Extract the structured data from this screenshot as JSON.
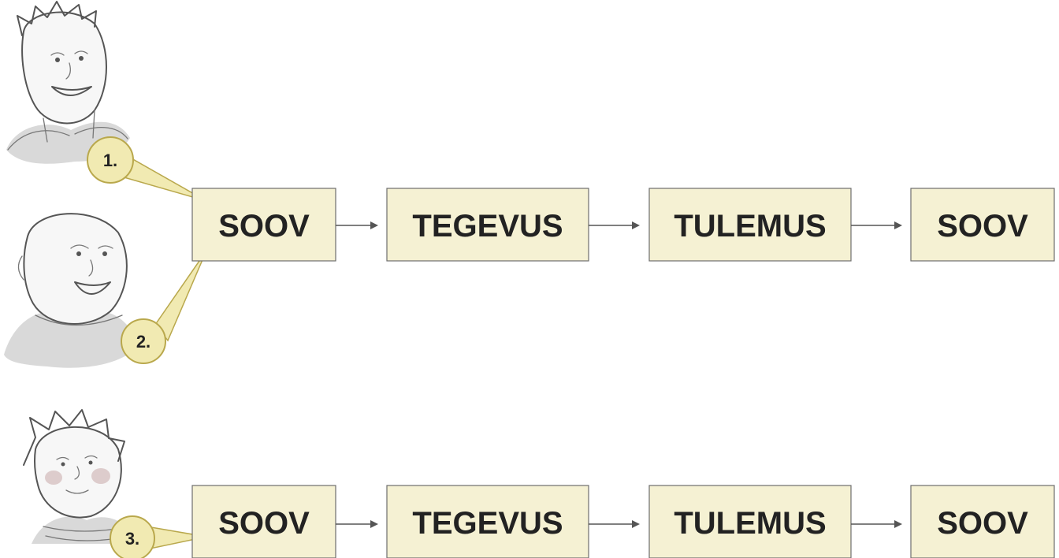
{
  "rows": [
    {
      "boxes": [
        "SOOV",
        "TEGEVUS",
        "TULEMUS",
        "SOOV"
      ]
    },
    {
      "boxes": [
        "SOOV",
        "TEGEVUS",
        "TULEMUS",
        "SOOV"
      ]
    }
  ],
  "callouts": [
    "1.",
    "2.",
    "3."
  ],
  "colors": {
    "box_fill": "#f5f1d3",
    "box_border": "#6d6d6d",
    "callout_fill": "#f1eab2",
    "callout_border": "#b9a84c"
  },
  "icons": [
    "person-1-icon",
    "person-2-icon",
    "person-3-icon",
    "arrow-right-icon"
  ]
}
